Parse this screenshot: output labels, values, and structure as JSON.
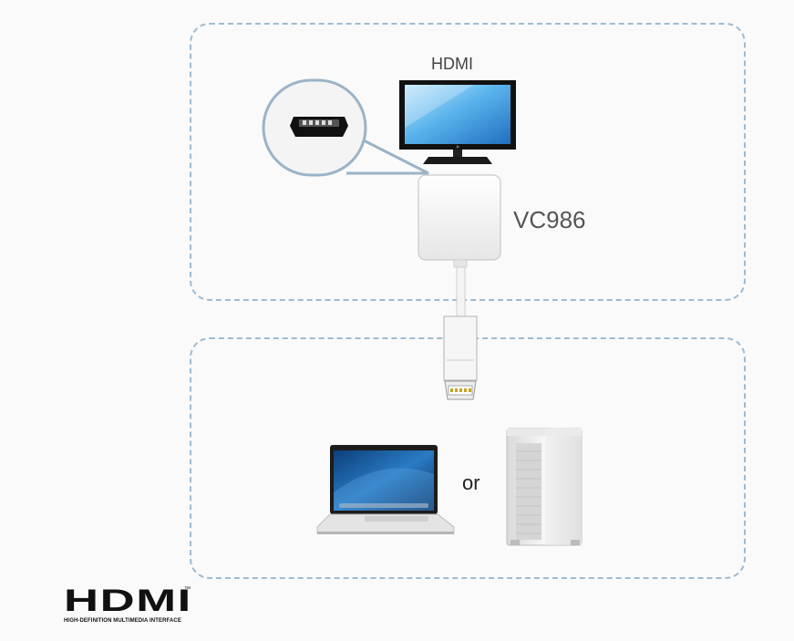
{
  "diagram": {
    "display_label": "HDMI",
    "device_label": "VC986",
    "or_label": "or",
    "logo": {
      "wordmark": "HDMI",
      "trademark": "™",
      "tagline": "HIGH-DEFINITION MULTIMEDIA INTERFACE"
    }
  },
  "icons": {
    "monitor": "hdmi-monitor-icon",
    "port_zoom": "hdmi-port-zoom-icon",
    "adapter": "vc986-adapter-icon",
    "connector": "displayport-connector-icon",
    "laptop": "laptop-icon",
    "desktop": "desktop-tower-icon"
  },
  "colors": {
    "dashed_border": "#9dbbd2",
    "screen_blue": "#3b9be0"
  }
}
